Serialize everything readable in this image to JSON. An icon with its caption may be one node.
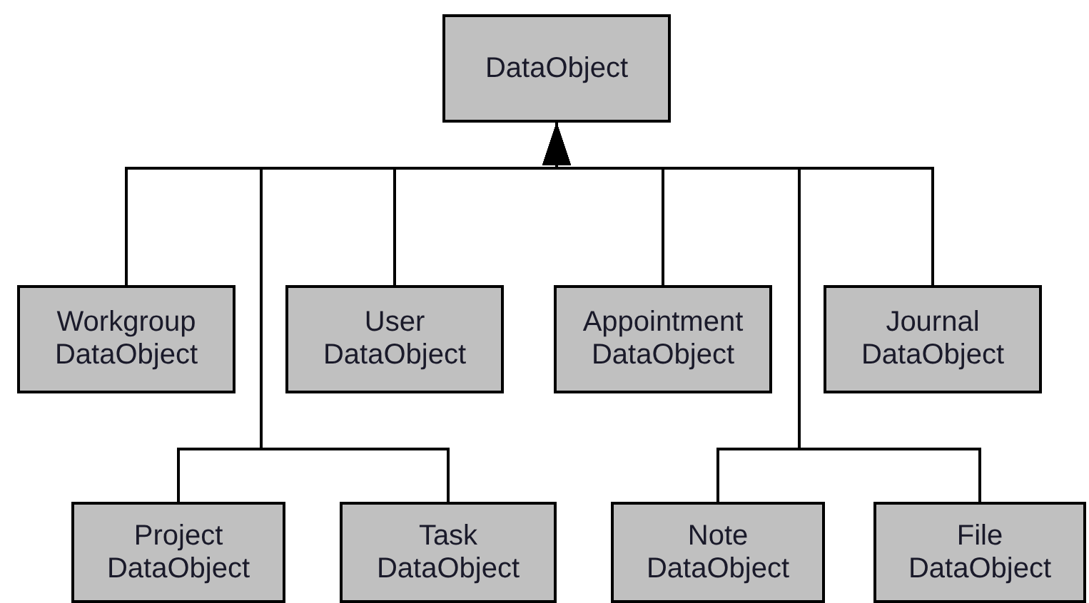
{
  "diagram": {
    "nodes": [
      {
        "text": [
          "DataObject"
        ]
      },
      {
        "text": [
          "Workgroup DataObject"
        ]
      },
      {
        "text": [
          "User DataObject"
        ]
      },
      {
        "text": [
          "Appointment DataObject"
        ]
      },
      {
        "text": [
          "Journal DataObject"
        ]
      },
      {
        "text": [
          "Project DataObject"
        ]
      },
      {
        "text": [
          "Task DataObject"
        ]
      },
      {
        "text": [
          "Note DataObject"
        ]
      },
      {
        "text": [
          "File DataObject"
        ]
      }
    ],
    "edges": [
      {
        "from": 1,
        "to": 0,
        "arrow": "to"
      },
      {
        "from": 2,
        "to": 0,
        "arrow": "to"
      },
      {
        "from": 3,
        "to": 0,
        "arrow": "to"
      },
      {
        "from": 4,
        "to": 0,
        "arrow": "to"
      },
      {
        "from": 5,
        "to": 0,
        "arrow": "to"
      },
      {
        "from": 6,
        "to": 0,
        "arrow": "to"
      },
      {
        "from": 7,
        "to": 0,
        "arrow": "to"
      },
      {
        "from": 8,
        "to": 0,
        "arrow": "to"
      }
    ]
  }
}
